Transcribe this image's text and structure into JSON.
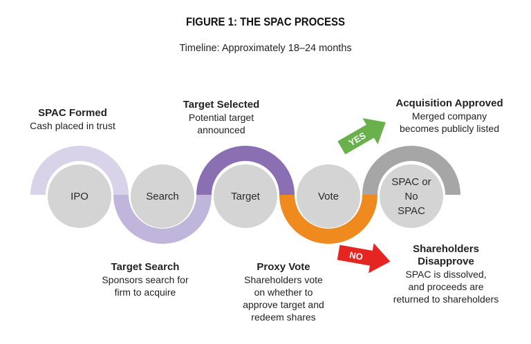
{
  "figure": {
    "title": "FIGURE 1: THE SPAC PROCESS",
    "subtitle": "Timeline: Approximately 18–24 months"
  },
  "stages": [
    {
      "label": "IPO"
    },
    {
      "label": "Search"
    },
    {
      "label": "Target"
    },
    {
      "label": "Vote"
    },
    {
      "label_lines": [
        "SPAC or",
        "No",
        "SPAC"
      ]
    }
  ],
  "annotations": {
    "spac_formed": {
      "heading": "SPAC Formed",
      "lines": [
        "Cash placed in trust"
      ]
    },
    "target_search": {
      "heading": "Target Search",
      "lines": [
        "Sponsors search for",
        "firm to acquire"
      ]
    },
    "target_selected": {
      "heading": "Target Selected",
      "lines": [
        "Potential target",
        "announced"
      ]
    },
    "proxy_vote": {
      "heading": "Proxy Vote",
      "lines": [
        "Shareholders vote",
        "on whether to",
        "approve target and",
        "redeem shares"
      ]
    },
    "acquisition_approved": {
      "heading": "Acquisition Approved",
      "lines": [
        "Merged company",
        "becomes publicly listed"
      ]
    },
    "shareholders_disapprove": {
      "heading_lines": [
        "Shareholders",
        "Disapprove"
      ],
      "lines": [
        "SPAC is dissolved,",
        "and proceeds are",
        "returned to shareholders"
      ]
    }
  },
  "arrows": {
    "yes": {
      "label": "YES",
      "color": "#6ab04c"
    },
    "no": {
      "label": "NO",
      "color": "#e52521"
    }
  },
  "colors": {
    "arc_light_purple": "#d9d3ea",
    "arc_mid_purple": "#c0b6dc",
    "arc_dark_purple": "#8a6fb3",
    "arc_orange": "#ee8a1e",
    "arc_gray": "#a6a6a6",
    "circle_fill": "#d4d4d4"
  }
}
